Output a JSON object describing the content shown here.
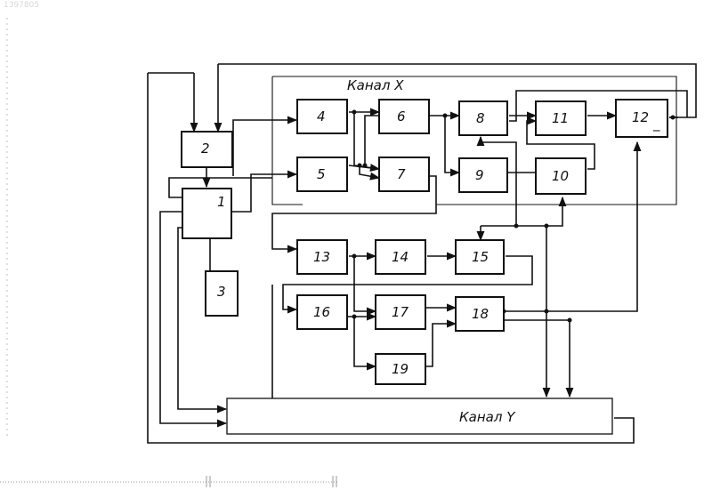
{
  "doc_number": "1397805",
  "channel_x_label": "Канал X",
  "channel_y_label": "Канал Y",
  "blocks": [
    "1",
    "2",
    "3",
    "4",
    "5",
    "6",
    "7",
    "8",
    "9",
    "10",
    "11",
    "12",
    "13",
    "14",
    "15",
    "16",
    "17",
    "18",
    "19"
  ],
  "block_12_mark": "_"
}
